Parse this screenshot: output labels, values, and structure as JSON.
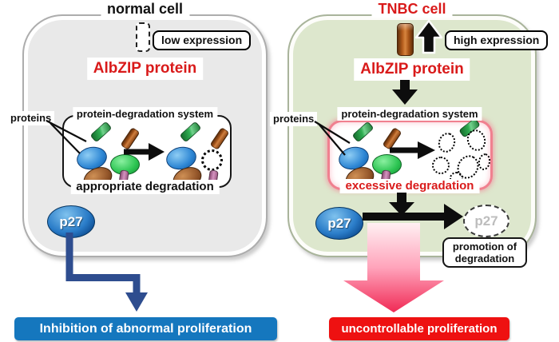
{
  "figure": {
    "left_cell": {
      "title": "normal cell",
      "expression": "low expression",
      "albzip": "AlbZIP protein",
      "proteins": "proteins",
      "system": "protein-degradation system",
      "degradation": "appropriate degradation",
      "p27": "p27",
      "outcome": "Inhibition of abnormal proliferation"
    },
    "right_cell": {
      "title": "TNBC cell",
      "expression": "high expression",
      "albzip": "AlbZIP protein",
      "proteins": "proteins",
      "system": "protein-degradation system",
      "degradation": "excessive degradation",
      "p27": "p27",
      "p27_degraded": "p27",
      "promotion_line1": "promotion of",
      "promotion_line2": "degradation",
      "outcome": "uncontrollable proliferation"
    },
    "protein_shape_icons": [
      "green-rod",
      "brown-rod",
      "blue-ellipse",
      "green-ellipse",
      "brown-ellipse",
      "pink-rod",
      "degraded-dotted-outline"
    ]
  },
  "colors": {
    "left_cell_bg": "#e9e9e9",
    "left_cell_border": "#adadad",
    "right_cell_bg": "#dde7cd",
    "right_cell_border": "#a9b49b",
    "red_text": "#d91a1a",
    "blue_banner": "#1577be",
    "red_banner": "#ee1111",
    "navy_arrow": "#2e4d8f",
    "pink_box_border": "#f0808f",
    "pink_arrow_top": "#fff0f3",
    "pink_arrow_mid": "#ffa3bb",
    "pink_arrow_tip": "#f02a55",
    "p27_blue": "#2a7cc8",
    "protein_green": "#2fae52",
    "protein_brown": "#a5551c",
    "protein_blue": "#2d86d4",
    "protein_green2": "#2cc452",
    "protein_brown2": "#94562a",
    "protein_pink": "#d593c0",
    "arrow_black": "#0d0d0d"
  }
}
